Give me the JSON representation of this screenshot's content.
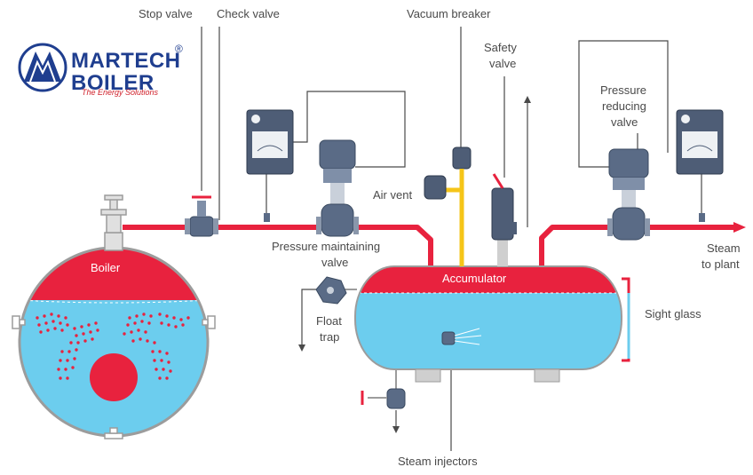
{
  "labels": {
    "stop_valve": "Stop valve",
    "check_valve": "Check valve",
    "vacuum_breaker": "Vacuum breaker",
    "safety_valve_1": "Safety",
    "safety_valve_2": "valve",
    "pressure_reducing_1": "Pressure",
    "pressure_reducing_2": "reducing",
    "pressure_reducing_3": "valve",
    "air_vent": "Air vent",
    "pressure_maintaining_1": "Pressure maintaining",
    "pressure_maintaining_2": "valve",
    "steam_to_plant_1": "Steam",
    "steam_to_plant_2": "to plant",
    "boiler": "Boiler",
    "accumulator": "Accumulator",
    "sight_glass": "Sight glass",
    "float_trap_1": "Float",
    "float_trap_2": "trap",
    "steam_injectors": "Steam injectors"
  },
  "logo": {
    "brand_line1": "MARTECH",
    "brand_line2": "BOILER",
    "registered": "®",
    "tagline": "The Energy Solutions"
  },
  "colors": {
    "steam_red": "#e8223e",
    "water_blue": "#6ccdee",
    "outline_gray": "#9c9c9c",
    "air_yellow": "#f5c518",
    "brand_blue": "#1f3e8f"
  }
}
